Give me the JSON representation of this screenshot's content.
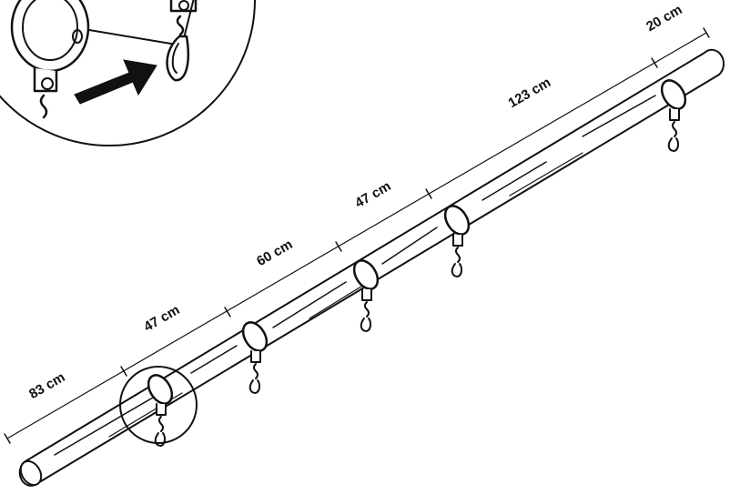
{
  "diagram": {
    "segment_labels": [
      "83 cm",
      "47 cm",
      "60 cm",
      "47 cm",
      "123 cm",
      "20 cm"
    ]
  },
  "colors": {
    "ink": "#111111",
    "paper": "#ffffff"
  },
  "icons": [
    "arrow-icon",
    "curtain-ring-icon",
    "hook-icon"
  ]
}
